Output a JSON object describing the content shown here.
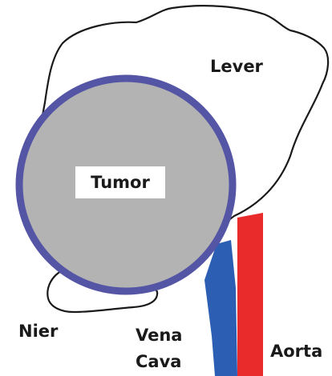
{
  "labels": {
    "lever": "Lever",
    "tumor": "Tumor",
    "nier": "Nier",
    "vena": "Vena",
    "cava": "Cava",
    "aorta": "Aorta"
  },
  "colors": {
    "background": "#ffffff",
    "outline": "#1a1a1a",
    "tumor_fill": "#b3b3b3",
    "tumor_border": "#5555a6",
    "vena_cava": "#2c5fb3",
    "aorta": "#ea2b2b"
  }
}
